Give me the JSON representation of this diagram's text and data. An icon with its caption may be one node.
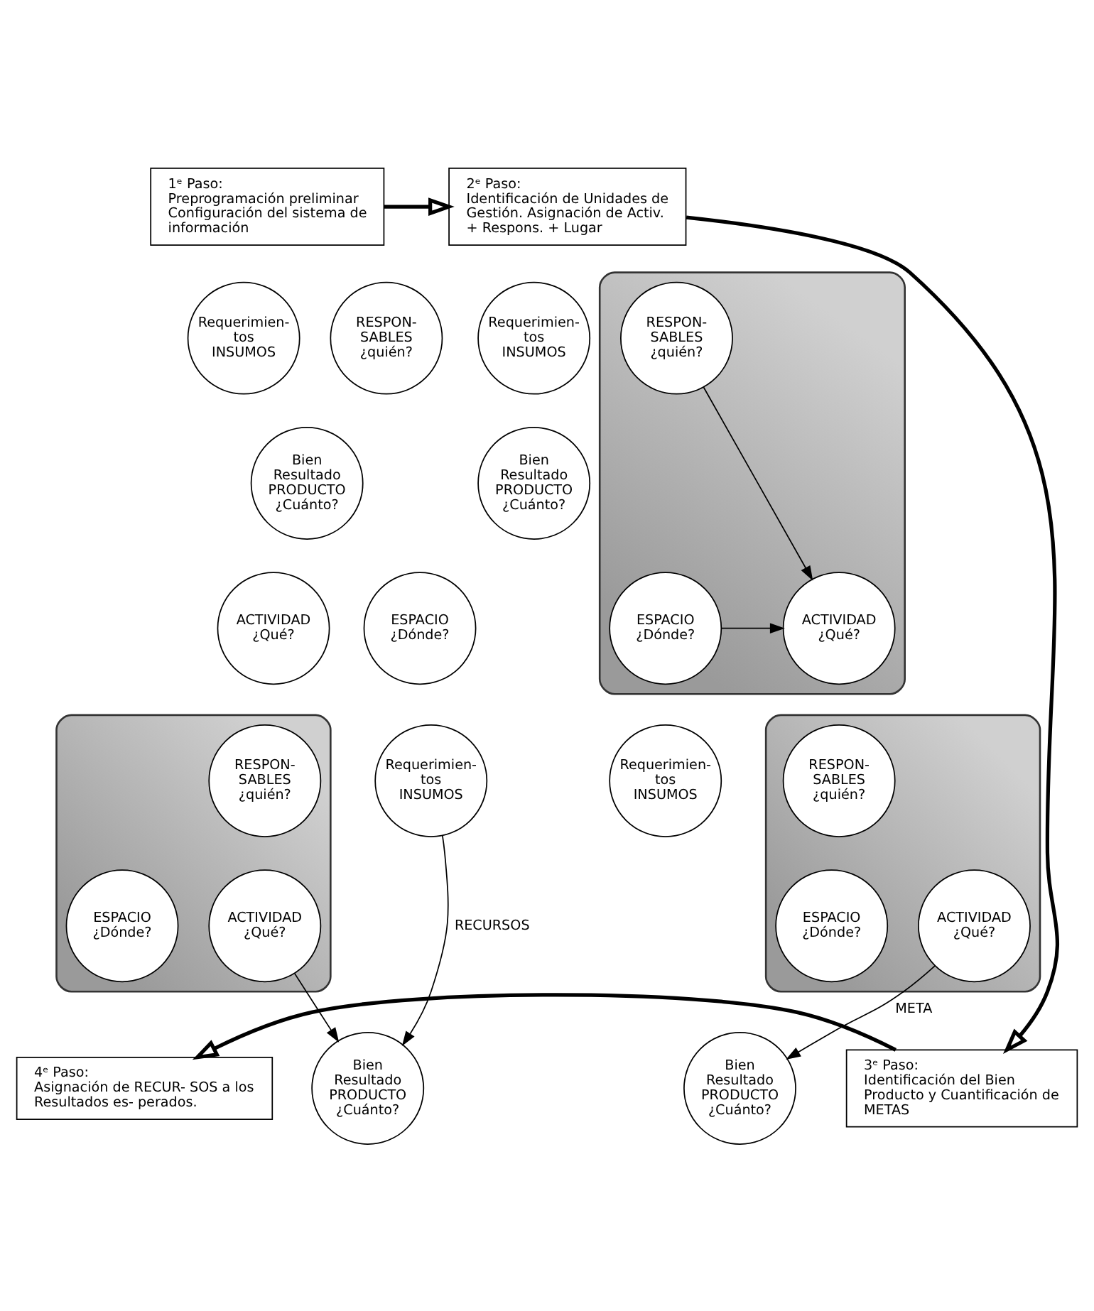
{
  "diagram": {
    "nodes": [
      {
        "text": [
          "1ᵉ Paso:",
          "Preprogramación preliminar Configuración del sistema de información"
        ]
      },
      {
        "text": [
          "Requerimien- tos INSUMOS"
        ]
      },
      {
        "text": [
          "RESPON- SABLES ¿quién?"
        ]
      },
      {
        "text": [
          "Bien Resultado PRODUCTO ¿Cuánto?"
        ]
      },
      {
        "text": [
          "ESPACIO ¿Dónde?"
        ]
      },
      {
        "text": [
          "ACTIVIDAD ¿Qué?"
        ]
      },
      {
        "text": [
          "2ᵉ Paso:",
          "Identificación de Unidades de Gestión. Asignación de Activ. + Respons. + Lugar"
        ]
      },
      {
        "text": [],
        "shape": "blob"
      },
      {
        "text": [
          "Requerimien- tos INSUMOS"
        ]
      },
      {
        "text": [
          "RESPON- SABLES ¿quién?"
        ],
        "in": 7
      },
      {
        "text": [
          "Bien Resultado PRODUCTO ¿Cuánto?"
        ]
      },
      {
        "text": [
          "ESPACIO ¿Dónde?"
        ],
        "in": 7
      },
      {
        "text": [
          "ACTIVIDAD ¿Qué?"
        ],
        "in": 7
      },
      {
        "text": [],
        "shape": "blob"
      },
      {
        "text": [
          "Requerimien- tos INSUMOS"
        ]
      },
      {
        "text": [
          "RESPON- SABLES ¿quién?"
        ],
        "in": 13
      },
      {
        "text": [
          "Bien Resultado PRODUCTO ¿Cuánto?"
        ]
      },
      {
        "text": [
          "ESPACIO ¿Dónde?"
        ],
        "in": 13
      },
      {
        "text": [
          "ACTIVIDAD ¿Qué?"
        ],
        "in": 13
      },
      {
        "text": [],
        "shape": "blob"
      },
      {
        "text": [
          "Requerimien- tos INSUMOS"
        ]
      },
      {
        "text": [
          "RESPON- SABLES ¿quién?"
        ],
        "in": 19
      },
      {
        "text": [
          "Bien Resultado PRODUCTO ¿Cuánto?"
        ]
      },
      {
        "text": [
          "ESPACIO ¿Dónde?"
        ],
        "in": 19
      },
      {
        "text": [
          "ACTIVIDAD ¿Qué?"
        ],
        "in": 19
      },
      {
        "text": [
          "4ᵉ Paso:",
          "Asignación de RECUR- SOS a los Resultados es- perados."
        ]
      },
      {
        "text": [
          "3ᵉ Paso:",
          "Identificación del Bien Producto y Cuantificación de METAS"
        ]
      }
    ],
    "edges": [
      {
        "from": 9,
        "to": 12,
        "arrow": "to"
      },
      {
        "from": 11,
        "to": 12,
        "arrow": "to"
      },
      {
        "from": 14,
        "to": 16,
        "arrow": "to",
        "label": "RECURSOS"
      },
      {
        "from": 18,
        "to": 16,
        "arrow": "to"
      },
      {
        "from": 24,
        "to": 22,
        "arrow": "to",
        "label": "META"
      },
      {
        "from": 0,
        "to": 6,
        "arrow": "to",
        "style": "thick"
      },
      {
        "from": 6,
        "to": 26,
        "arrow": "to",
        "style": "thick"
      },
      {
        "from": 26,
        "to": 25,
        "arrow": "to",
        "style": "thick"
      }
    ]
  }
}
